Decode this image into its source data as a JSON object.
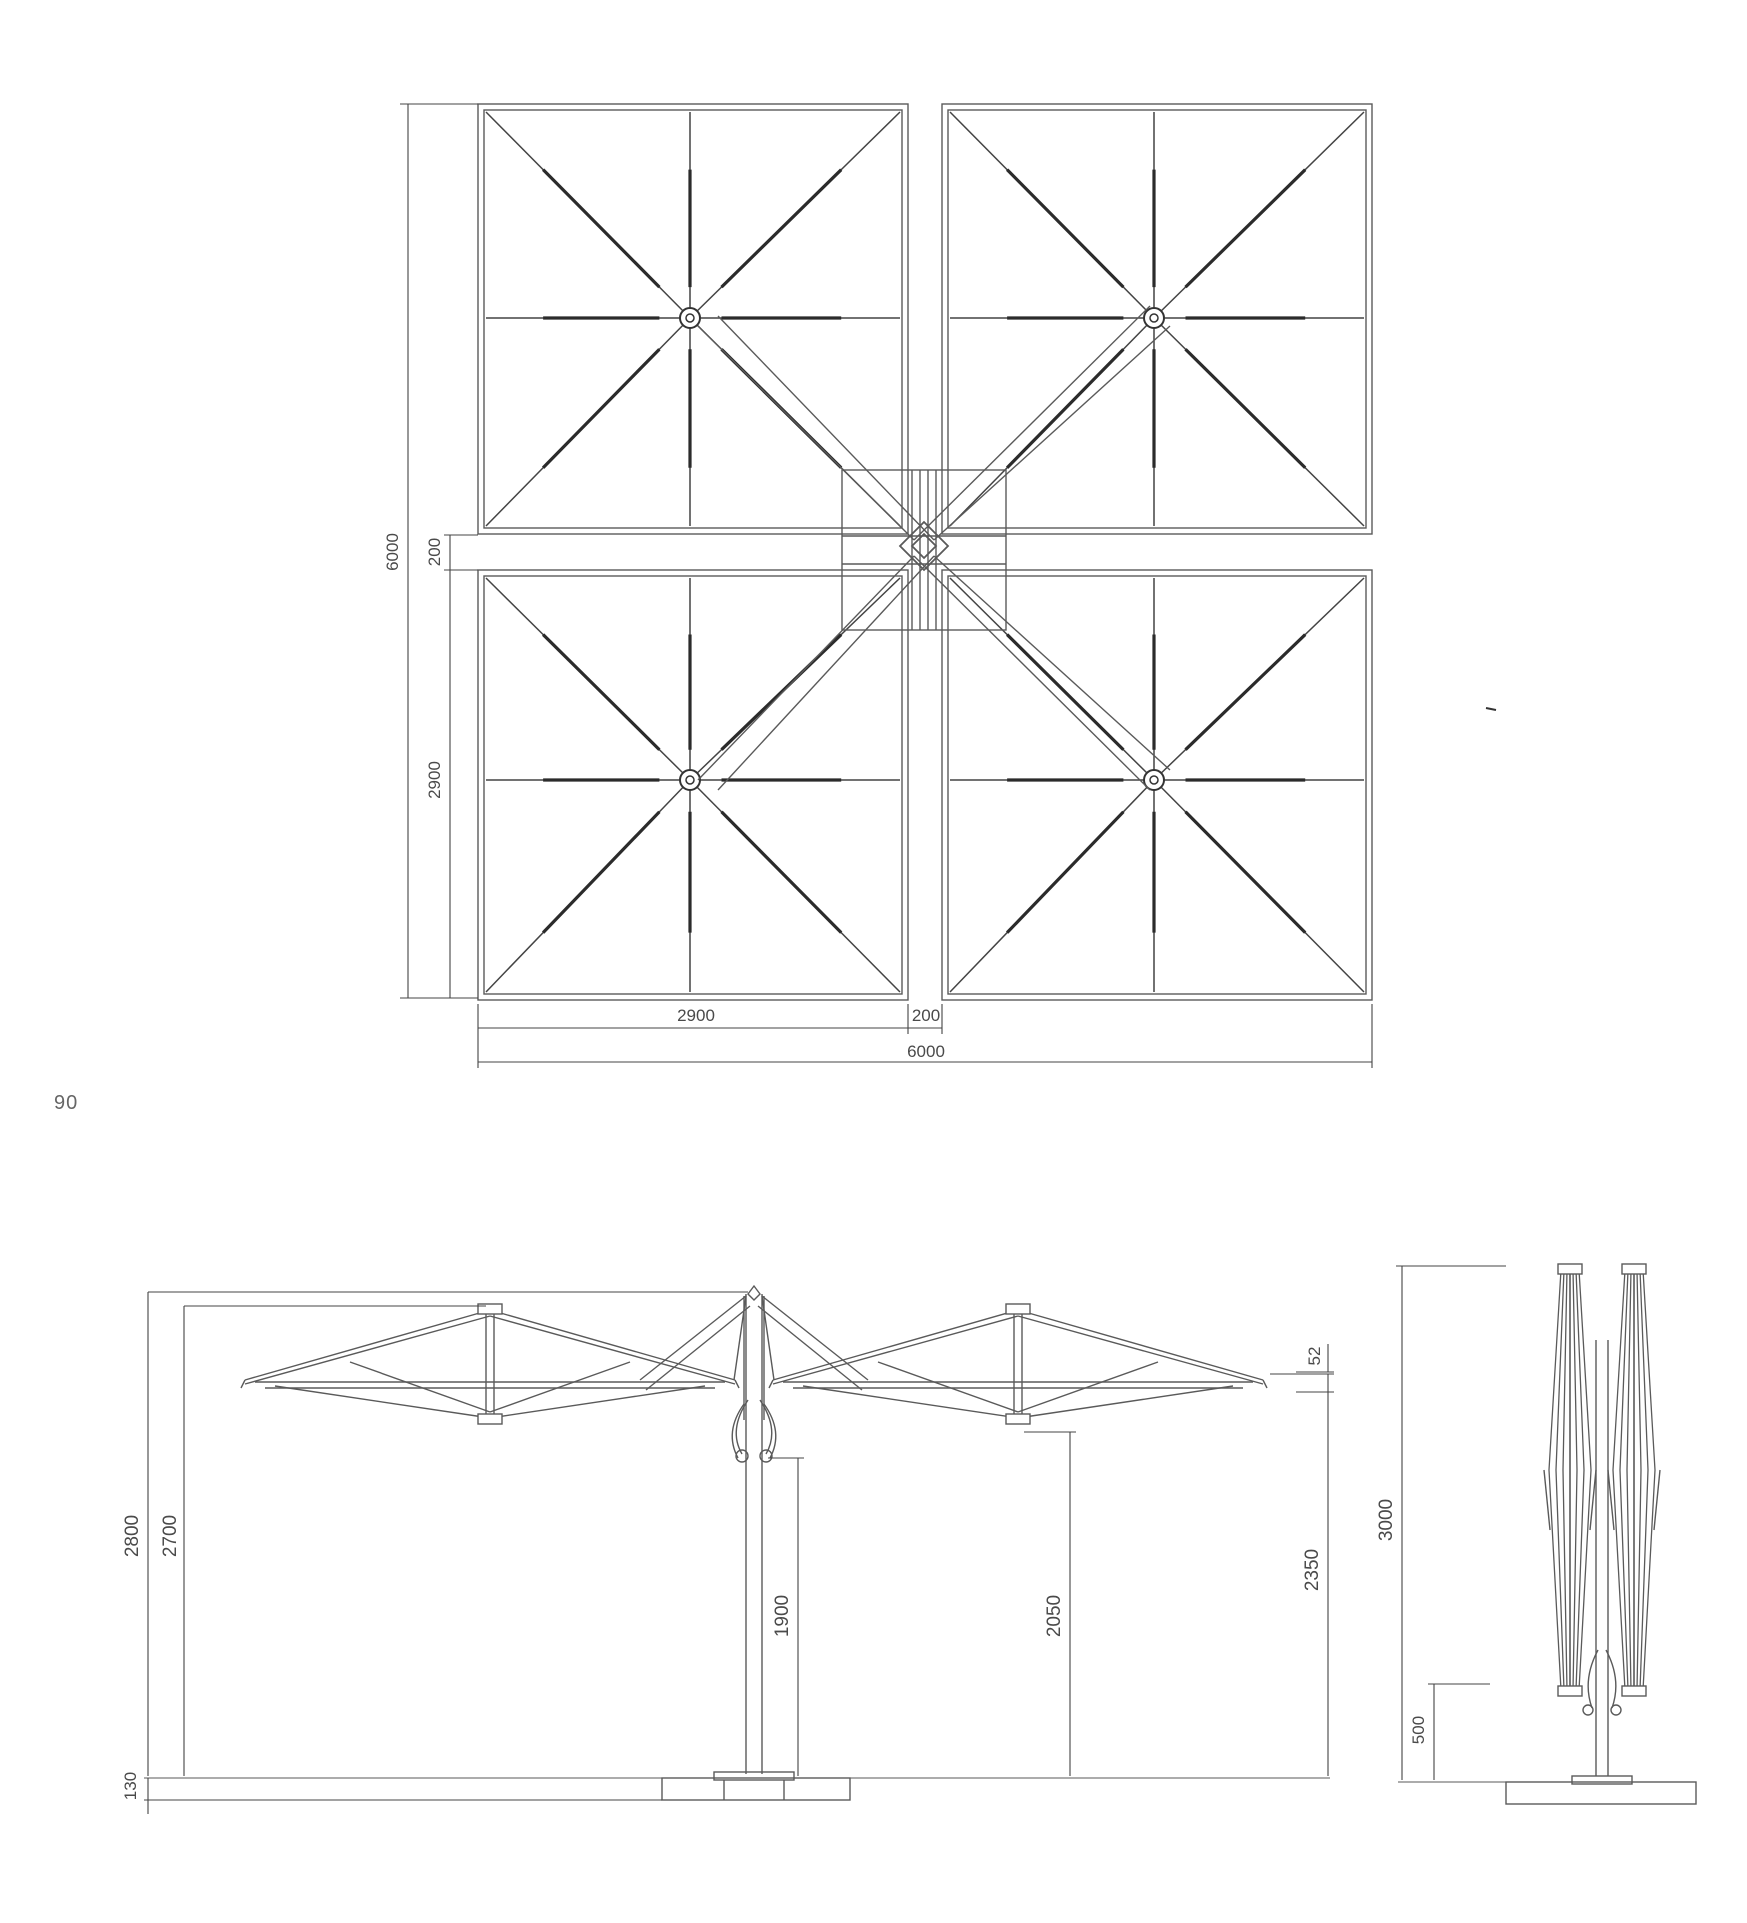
{
  "page": {
    "number": "90"
  },
  "plan_view": {
    "dims": {
      "overall_width": "6000",
      "overall_height": "6000",
      "canopy_width": "2900",
      "canopy_height": "2900",
      "gap_horizontal": "200",
      "gap_vertical": "200"
    }
  },
  "side_view": {
    "dims": {
      "total_height": "2800",
      "canopy_top": "2700",
      "base_height": "130",
      "clearance_mast": "1900",
      "clearance_hub": "2050",
      "clearance_edge": "2350",
      "edge_offset": "52"
    }
  },
  "closed_view": {
    "dims": {
      "closed_height": "3000",
      "base_to_handle": "500"
    }
  },
  "colors": {
    "line": "#555555",
    "rib": "#2b2b2b",
    "dim": "#444444",
    "text": "#4a4a4a"
  }
}
